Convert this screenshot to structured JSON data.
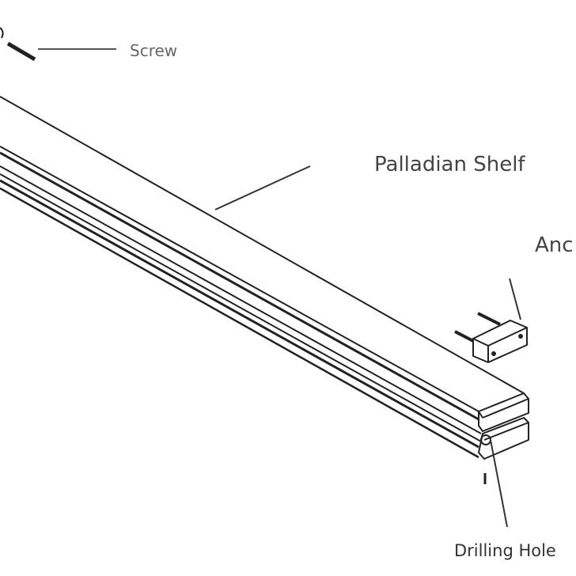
{
  "labels": {
    "screw": "Screw",
    "shelf": "Palladian Shelf",
    "anchor": "Anc",
    "drilling_hole": "Drilling Hole"
  },
  "colors": {
    "line": "#222222",
    "label": "#444444"
  }
}
